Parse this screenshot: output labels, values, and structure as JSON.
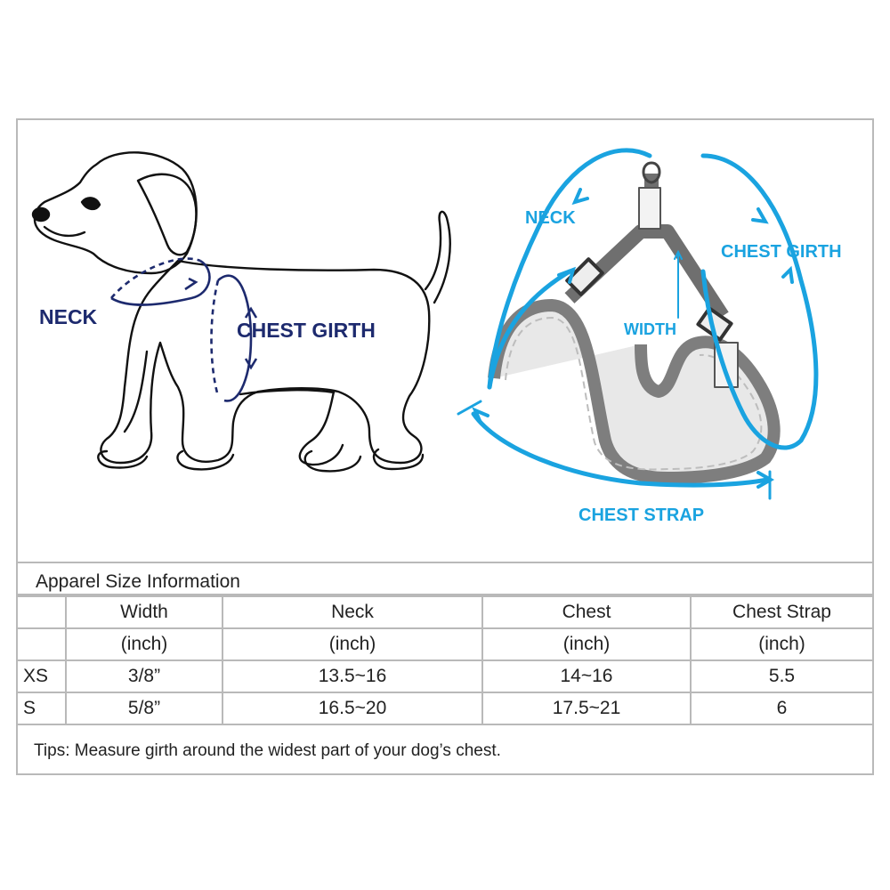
{
  "diagram": {
    "dog_labels": {
      "neck": "NECK",
      "chest_girth": "CHEST GIRTH"
    },
    "harness_labels": {
      "neck": "NECK",
      "chest_girth": "CHEST GIRTH",
      "width": "WIDTH",
      "chest_strap": "CHEST STRAP"
    },
    "colors": {
      "dark_label": "#1d2a6e",
      "blue_label": "#1aa3e0",
      "outline": "#111111",
      "border": "#b9b9b9"
    }
  },
  "table": {
    "caption": "Apparel Size Information",
    "headers": [
      "",
      "Width",
      "Neck",
      "Chest",
      "Chest Strap"
    ],
    "units": [
      "",
      "(inch)",
      "(inch)",
      "(inch)",
      "(inch)"
    ],
    "rows": [
      [
        "XS",
        "3/8”",
        "13.5~16",
        "14~16",
        "5.5"
      ],
      [
        "S",
        "5/8”",
        "16.5~20",
        "17.5~21",
        "6"
      ]
    ]
  },
  "tips": "Tips: Measure girth around the widest part of your dog’s chest."
}
